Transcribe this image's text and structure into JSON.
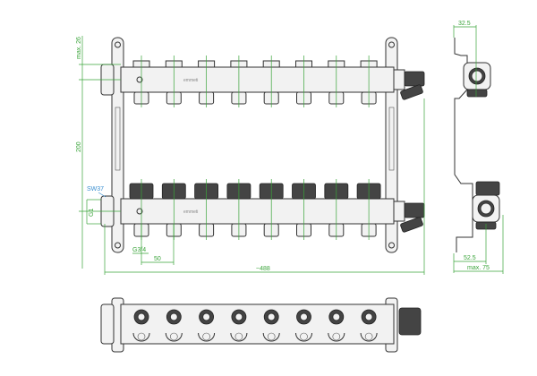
{
  "drawing": {
    "brand_logo_text": "emmeti",
    "outlet_count": 8,
    "dimensions": {
      "top_offset": "max. 26",
      "center_distance": "200",
      "wrench_size": "SW37",
      "main_thread": "G1",
      "outlet_thread": "G3/4",
      "outlet_pitch": "50",
      "overall_length": "~488",
      "side_top_depth": "32.5",
      "side_bottom_depth": "52.5",
      "side_max_depth": "max. 75"
    },
    "colors": {
      "dimension": "#3aa43a",
      "callout": "#3a8fd0",
      "outline": "#333333"
    }
  }
}
